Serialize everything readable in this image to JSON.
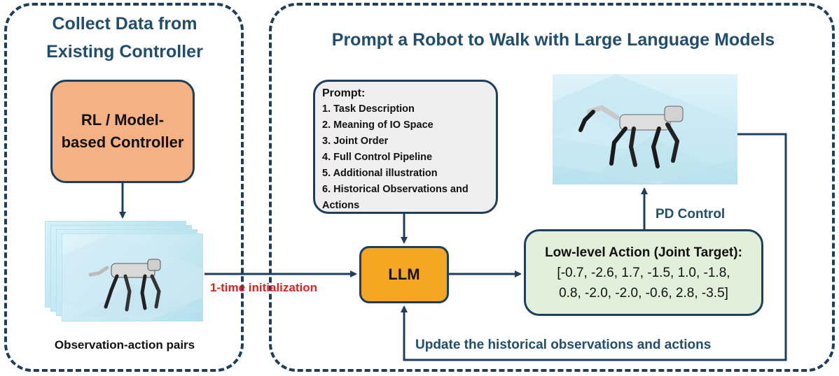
{
  "left_panel": {
    "title_line1": "Collect Data from",
    "title_line2": "Existing Controller",
    "controller_line1": "RL / Model-",
    "controller_line2": "based Controller",
    "pairs_caption": "Observation-action pairs"
  },
  "right_panel": {
    "title": "Prompt a Robot to Walk with Large Language Models",
    "prompt": {
      "heading": "Prompt:",
      "items": [
        "1. Task Description",
        "2. Meaning of IO Space",
        "3. Joint Order",
        "4. Full Control Pipeline",
        "5. Additional illustration",
        "6. Historical Observations and",
        "Actions"
      ]
    },
    "llm_label": "LLM",
    "action": {
      "heading": "Low-level Action (Joint Target):",
      "line1": "[-0.7, -2.6, 1.7, -1.5, 1.0, -1.8,",
      "line2": "0.8, -2.0, -2.0, -0.6, 2.8, -3.5]"
    },
    "pd_control": "PD Control",
    "update_label": "Update the historical observations and actions"
  },
  "init_label": "1-time initialization",
  "colors": {
    "navy": "#1d3f5c",
    "title_blue": "#1f4e6e",
    "controller_fill": "#f4b183",
    "llm_fill": "#f5a623",
    "prompt_fill": "#efefef",
    "action_fill": "#e2efda",
    "init_red": "#e0211d"
  }
}
